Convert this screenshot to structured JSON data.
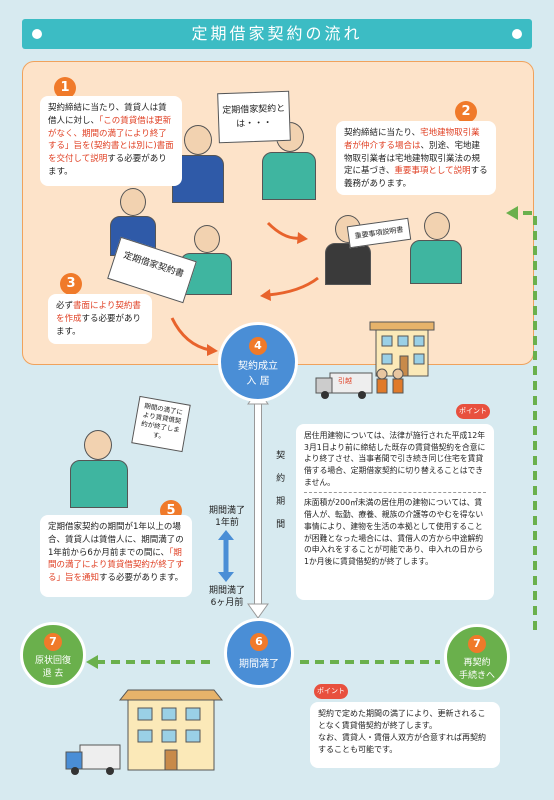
{
  "title": "定期借家契約の流れ",
  "steps": {
    "s1": {
      "num": "1",
      "line1": "契約締結に当たり、賃貸人は",
      "line2": "賃借人に対し、",
      "highlight": "「この賃貸借は更新がなく、期間の満了により終了する」旨を(契約書とは別に)書面を交付して説明",
      "tail": "する必要があります。"
    },
    "s2": {
      "num": "2",
      "pre": "契約締結に当たり、",
      "highlight1": "宅地建物取引業者が仲介する場合は",
      "mid": "、別途、宅地建物取引業者は宅地建物取引業法の規定に基づき、",
      "highlight2": "重要事項として説明",
      "tail": "する義務があります。"
    },
    "s3": {
      "num": "3",
      "pre": "必ず",
      "highlight": "書面により契約書を作成",
      "tail": "する必要があります。"
    },
    "s4": {
      "num": "4",
      "line1": "契約成立",
      "line2": "入 居"
    },
    "s5": {
      "num": "5",
      "pre": "定期借家契約の期間が1年以上の場合、賃貸人は賃借人に、期間満了の1年前から6か月前までの間に、",
      "highlight": "「期間の満了により賃貸借契約が終了する」旨を通知",
      "tail": "する必要があります。"
    },
    "s6": {
      "num": "6",
      "label": "期間満了"
    },
    "s7_left": {
      "num": "7",
      "line1": "原状回復",
      "line2": "退 去"
    },
    "s7_right": {
      "num": "7",
      "line1": "再契約",
      "line2": "手続きへ"
    }
  },
  "illustrations": {
    "sign1": "定期借家契約とは・・・",
    "contract_doc": "定期借家契約書",
    "explain_doc": "重要事項説明書",
    "notice": "期間の満了により賃貸借契約が終了します。",
    "truck_label": "引越"
  },
  "timeline": {
    "vertical_label": "契約期間",
    "before1": "期間満了\n1年前",
    "before6": "期間満了\n6ヶ月前"
  },
  "points": {
    "tag": "ポイント",
    "p1_para1": "居住用建物については、法律が施行された平成12年3月1日より前に締結した既存の賃貸借契約を合意により終了させ、当事者間で引き続き同じ住宅を賃貸借する場合、定期借家契約に切り替えることはできません。",
    "p1_para2": "床面積が200㎡未満の居住用の建物については、賃借人が、転勤、療養、親族の介護等のやむを得ない事情により、建物を生活の本拠として使用することが困難となった場合には、賃借人の方から中途解約の申入れをすることが可能であり、申入れの日から1か月後に賃貸借契約が終了します。",
    "p2_para1": "契約で定めた期間の満了により、更新されることなく賃貸借契約が終了します。",
    "p2_para2": "なお、賃貸人・賃借人双方が合意すれば再契約することも可能です。"
  },
  "colors": {
    "teal": "#3cbcc4",
    "orange": "#f07a2a",
    "blue": "#4a8ed6",
    "green": "#6ab04c",
    "red": "#e04024",
    "peach": "#fde3c9"
  }
}
